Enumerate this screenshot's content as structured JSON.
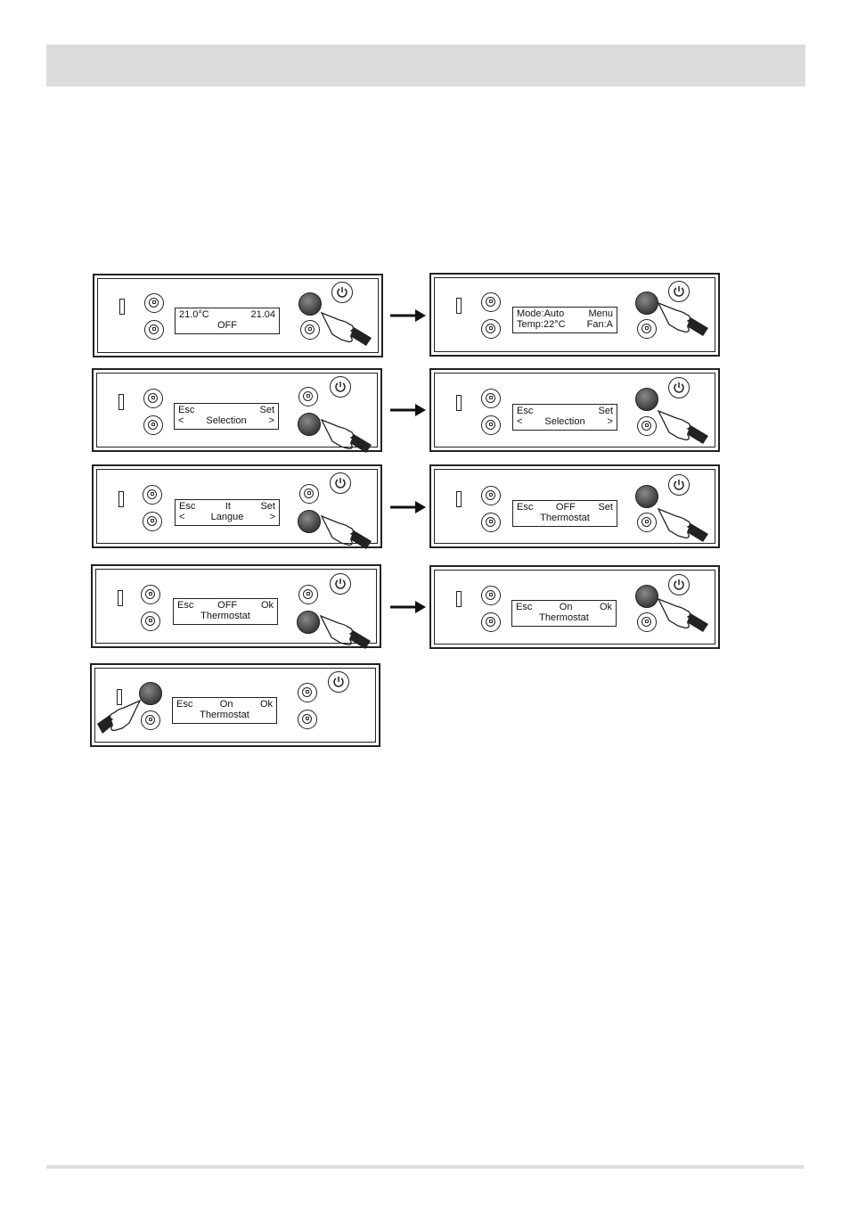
{
  "panels": [
    {
      "id": "p1",
      "row1": [
        "21.0°C",
        "21.04"
      ],
      "row2": [
        "OFF"
      ]
    },
    {
      "id": "p2",
      "row1": [
        "Mode:Auto",
        "Menu"
      ],
      "row2": [
        "Temp:22°C",
        "Fan:A"
      ]
    },
    {
      "id": "p3",
      "row1": [
        "Esc",
        "Set"
      ],
      "row2": [
        "<",
        "Selection",
        ">"
      ]
    },
    {
      "id": "p4",
      "row1": [
        "Esc",
        "Set"
      ],
      "row2": [
        "<",
        "Selection",
        ">"
      ]
    },
    {
      "id": "p5",
      "row1": [
        "Esc",
        "It",
        "Set"
      ],
      "row2": [
        "<",
        "Langue",
        ">"
      ]
    },
    {
      "id": "p6",
      "row1": [
        "Esc",
        "OFF",
        "Set"
      ],
      "row2": [
        "Thermostat"
      ]
    },
    {
      "id": "p7",
      "row1": [
        "Esc",
        "OFF",
        "Ok"
      ],
      "row2": [
        "Thermostat"
      ]
    },
    {
      "id": "p8",
      "row1": [
        "Esc",
        "On",
        "Ok"
      ],
      "row2": [
        "Thermostat"
      ]
    },
    {
      "id": "p9",
      "row1": [
        "Esc",
        "On",
        "Ok"
      ],
      "row2": [
        "Thermostat"
      ]
    }
  ],
  "colors": {
    "header_bar": "#dcdcdc",
    "pressed_button": "#4a4a4a",
    "line": "#222222"
  }
}
